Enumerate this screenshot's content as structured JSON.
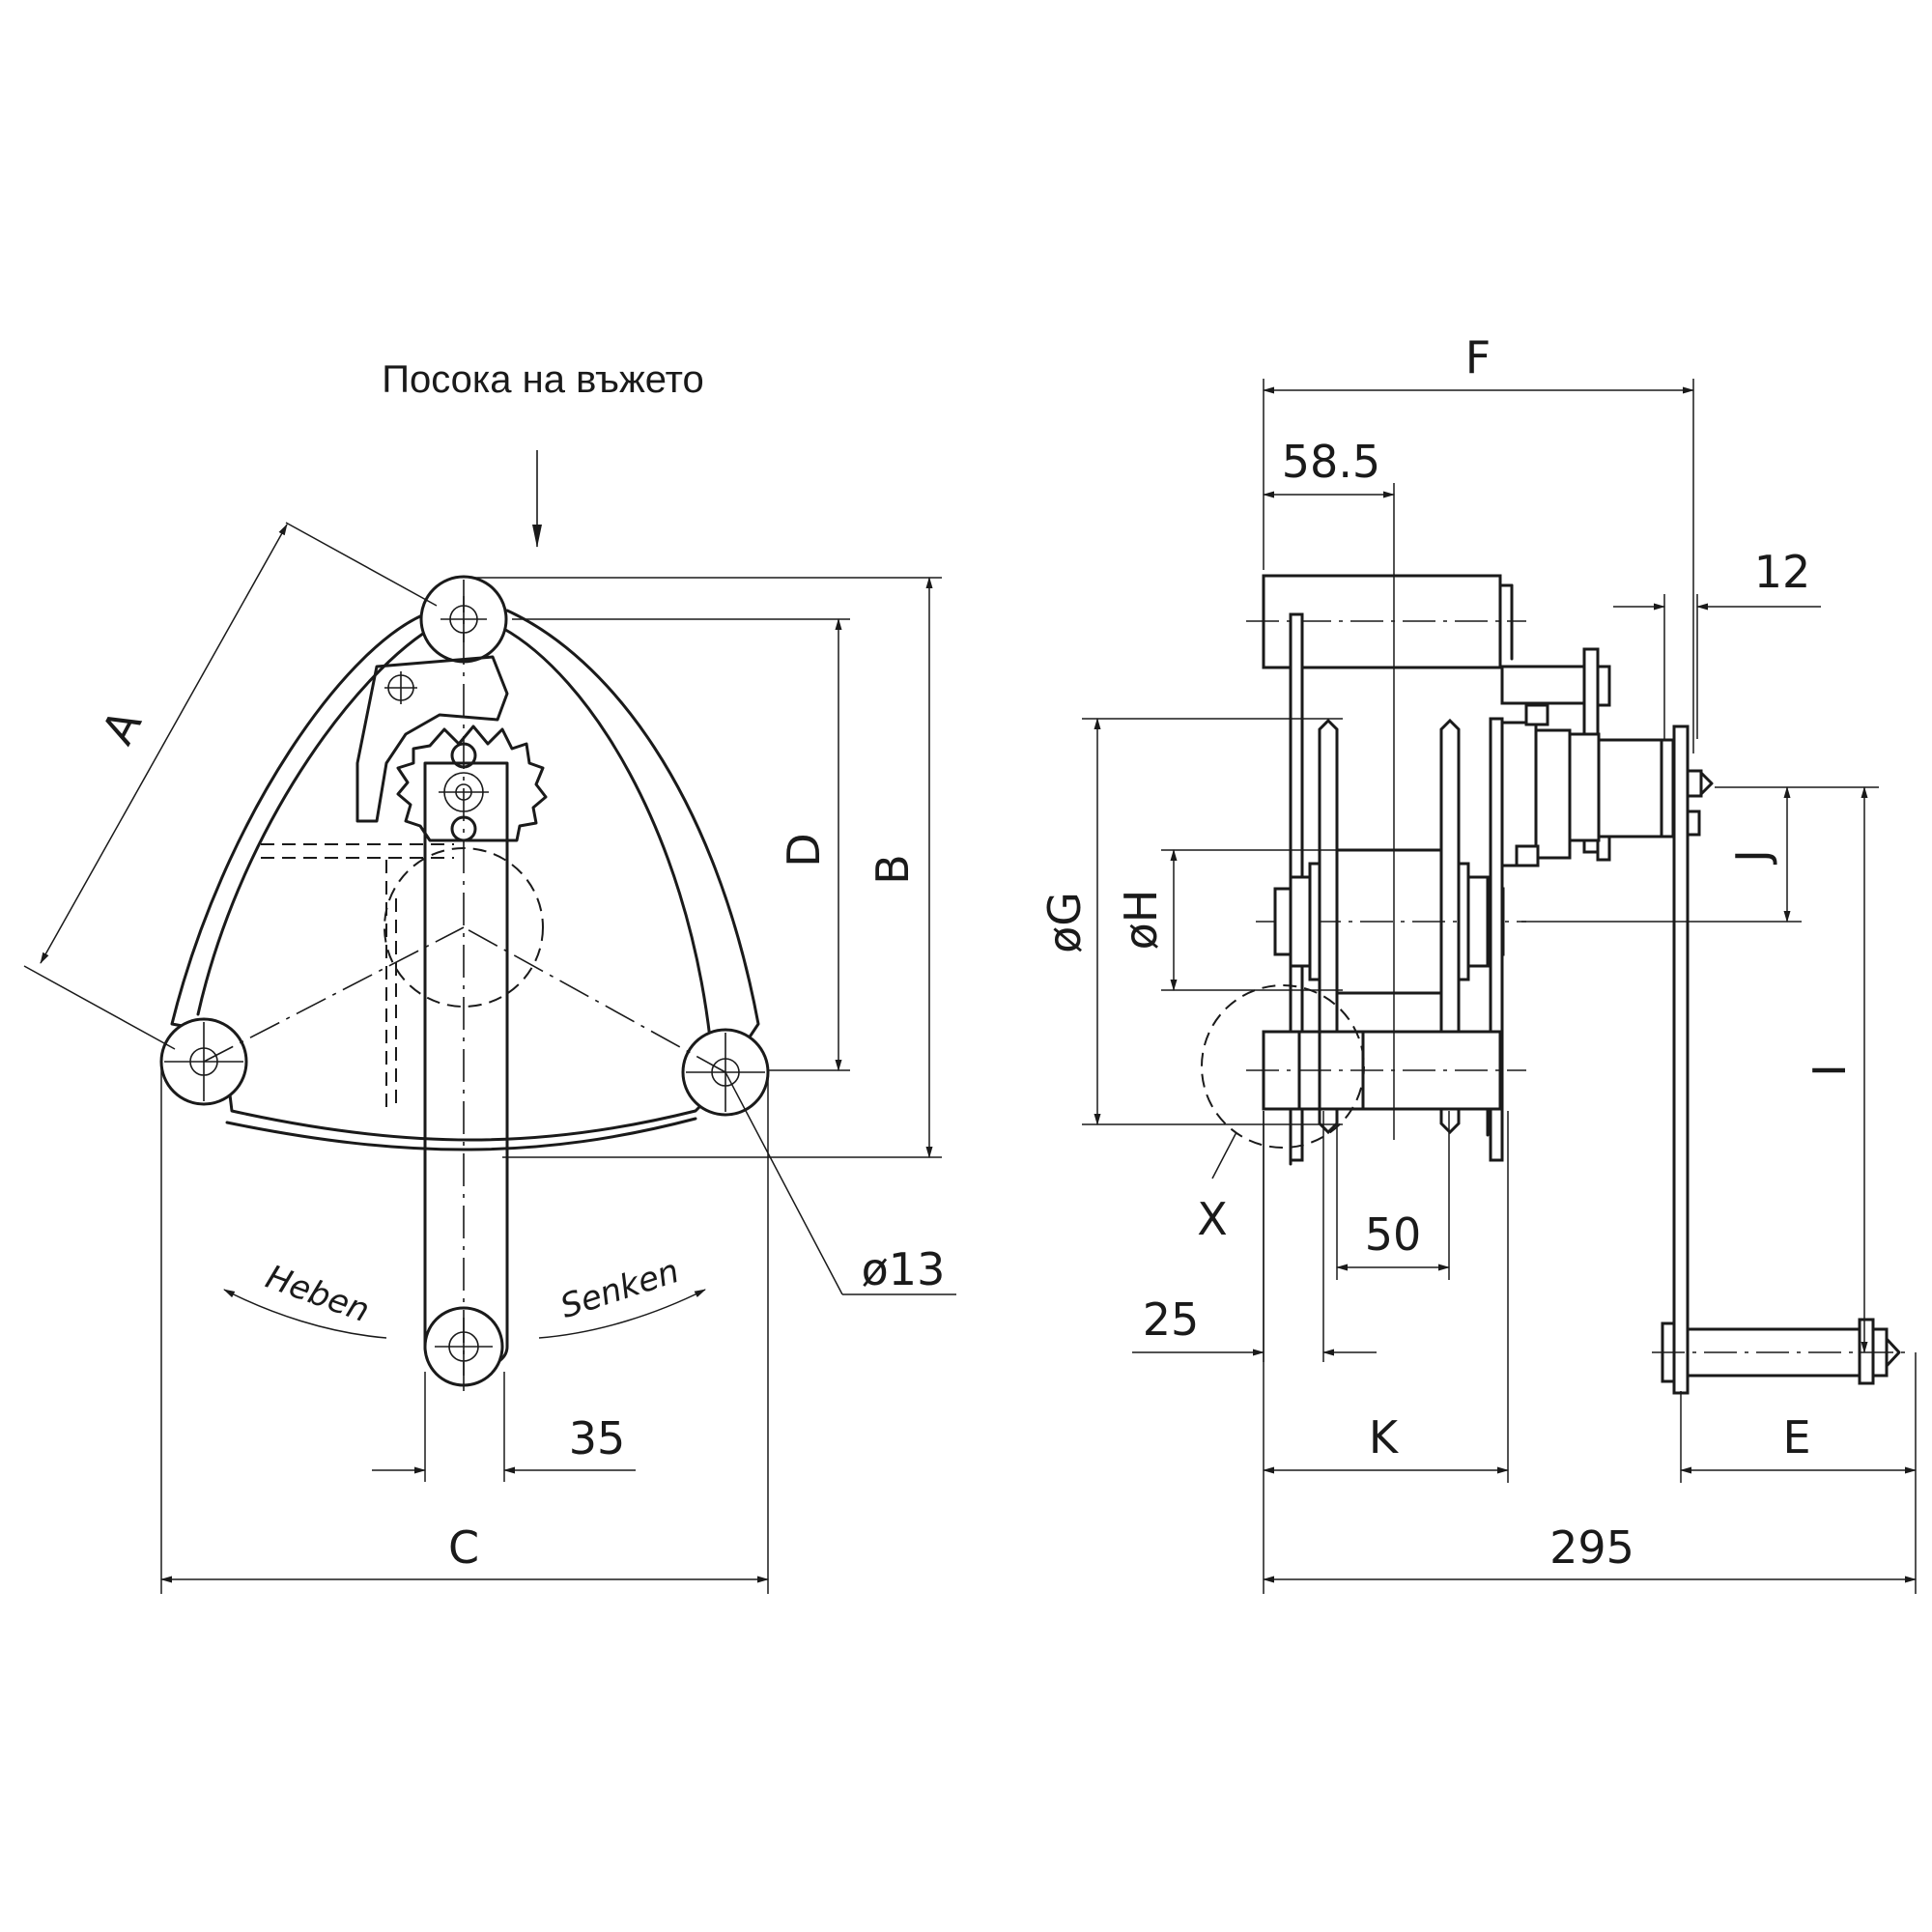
{
  "direction_label": "Посока на въжето",
  "left_view": {
    "dim_A": "A",
    "dim_B": "B",
    "dim_C": "C",
    "dim_D": "D",
    "dim_35": "35",
    "dim_hole": "ø13",
    "raise_label": "Heben",
    "lower_label": "Senken"
  },
  "right_view": {
    "dim_F": "F",
    "dim_58_5": "58.5",
    "dim_12": "12",
    "dim_G": "øG",
    "dim_H": "øH",
    "dim_J": "J",
    "dim_I": "I",
    "dim_X": "X",
    "dim_50": "50",
    "dim_25": "25",
    "dim_K": "K",
    "dim_E": "E",
    "dim_295": "295"
  }
}
